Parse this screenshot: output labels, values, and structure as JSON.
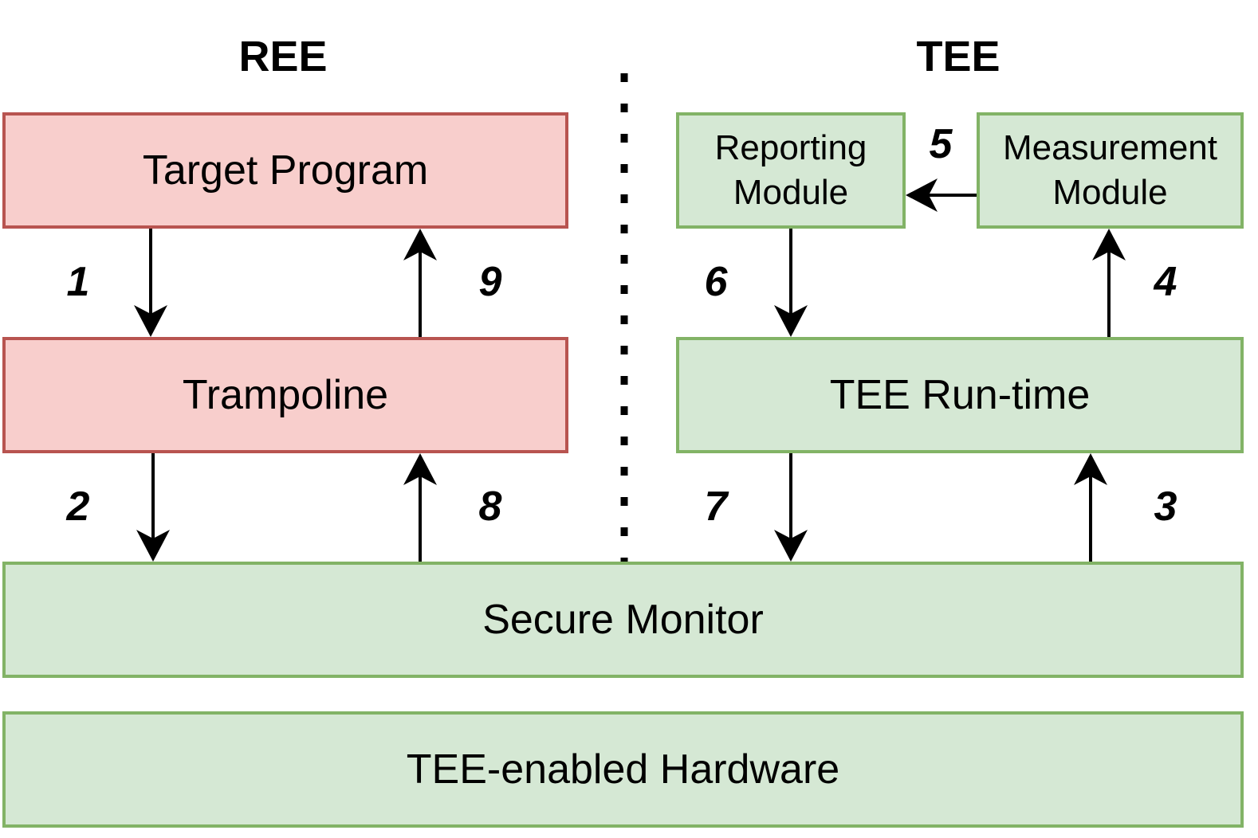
{
  "headings": {
    "ree": "REE",
    "tee": "TEE"
  },
  "boxes": {
    "target_program": "Target Program",
    "trampoline": "Trampoline",
    "reporting_module": "Reporting\nModule",
    "measurement_module": "Measurement\nModule",
    "tee_runtime": "TEE Run-time",
    "secure_monitor": "Secure Monitor",
    "tee_hardware": "TEE-enabled Hardware"
  },
  "steps": {
    "s1": "1",
    "s2": "2",
    "s3": "3",
    "s4": "4",
    "s5": "5",
    "s6": "6",
    "s7": "7",
    "s8": "8",
    "s9": "9"
  },
  "colors": {
    "ree_fill": "#f8cecc",
    "ree_stroke": "#b85450",
    "tee_fill": "#d5e8d4",
    "tee_stroke": "#82b366",
    "arrow": "#000000"
  }
}
